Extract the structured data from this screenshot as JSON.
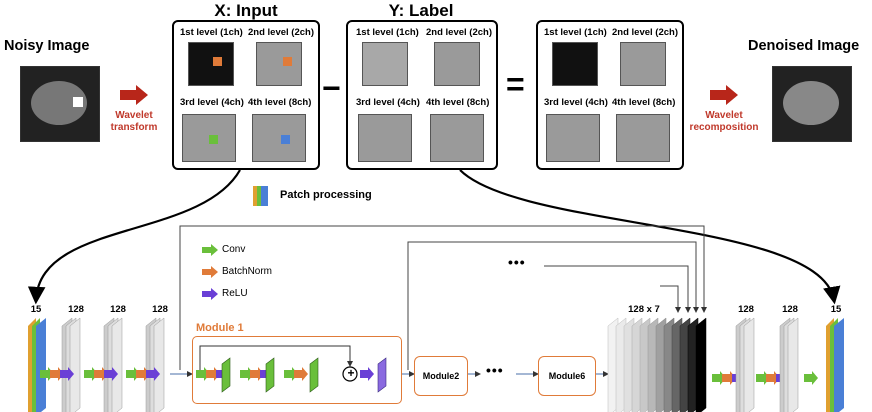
{
  "top": {
    "noisy_title": "Noisy Image",
    "denoised_title": "Denoised Image",
    "x_title": "X: Input",
    "y_title": "Y: Label",
    "minus": "−",
    "equals": "=",
    "wavelet_transform": [
      "Wavelet",
      "transform"
    ],
    "wavelet_recomposition": [
      "Wavelet",
      "recomposition"
    ],
    "levels": {
      "l1": "1st level (1ch)",
      "l2": "2nd level (2ch)",
      "l3": "3rd level (4ch)",
      "l4": "4th level (8ch)"
    },
    "patch_processing": "Patch processing"
  },
  "legend": {
    "conv": "Conv",
    "batchnorm": "BatchNorm",
    "relu": "ReLU"
  },
  "network": {
    "channels_in": "15",
    "c1": "128",
    "c2": "128",
    "c3": "128",
    "concat": "128 x 7",
    "c4": "128",
    "c5": "128",
    "channels_out": "15",
    "module1": "Module 1",
    "module2": "Module2",
    "module6": "Module6",
    "dots": "•••",
    "plus": "+"
  },
  "colors": {
    "conv": "#6abf3b",
    "batchnorm": "#e07b39",
    "relu": "#6a3fd6",
    "red_arrow": "#b8261a"
  }
}
